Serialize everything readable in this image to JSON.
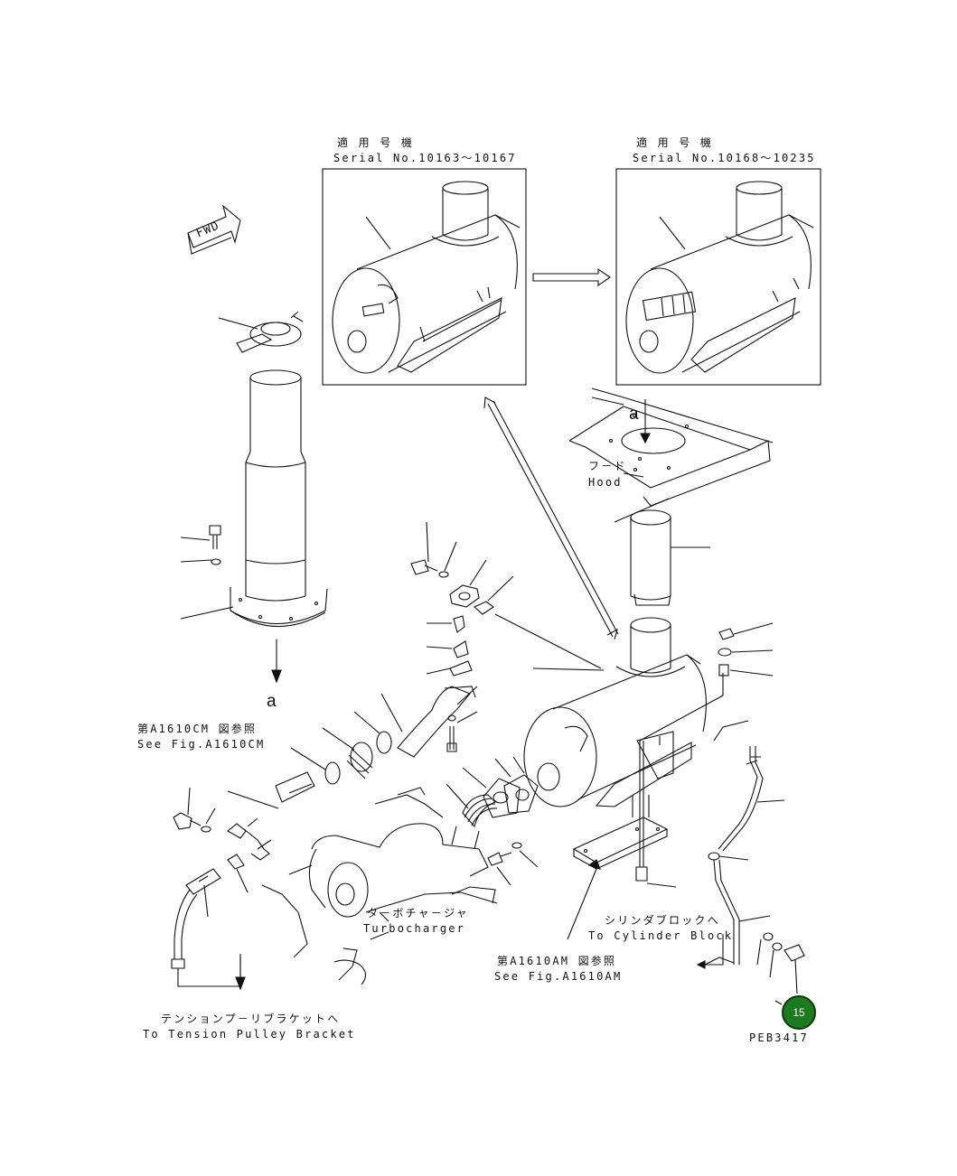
{
  "labels": {
    "applicable_jp_left": "適 用 号 機",
    "serial_left": "Serial No.10163〜10167",
    "applicable_jp_right": "適 用 号 機",
    "serial_right": "Serial No.10168〜10235",
    "fwd": "FWD",
    "hood_jp": "フ－ド",
    "hood_en": "Hood",
    "marker_a_top": "a",
    "marker_a_left": "a",
    "see_fig_cm_jp": "第A1610CM 図参照",
    "see_fig_cm_en": "See Fig.A1610CM",
    "turbo_jp": "タ－ボチャ－ジャ",
    "turbo_en": "Turbocharger",
    "cyl_jp": "シリンダブロックへ",
    "cyl_en": "To Cylinder Block",
    "see_fig_am_jp": "第A1610AM 図参照",
    "see_fig_am_en": "See Fig.A1610AM",
    "tension_jp": "テンションプ－リブラケットへ",
    "tension_en": "To Tension Pulley Bracket",
    "drawing_no": "PEB3417",
    "page_badge": "15"
  },
  "colors": {
    "line": "#111111",
    "badge_fill": "#1e7a1e",
    "badge_text": "#ffffff"
  }
}
